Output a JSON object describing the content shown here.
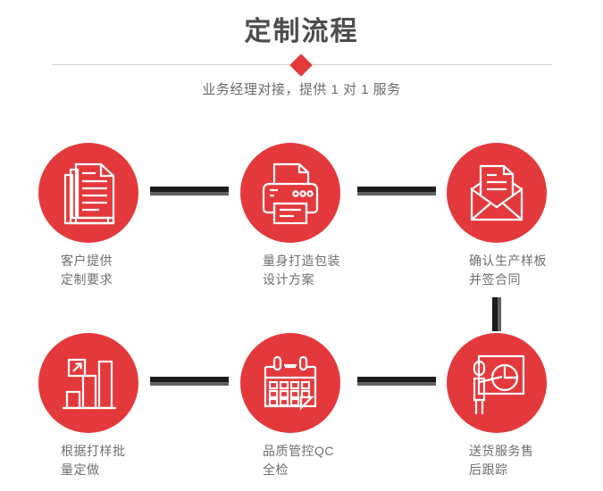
{
  "header": {
    "title": "定制流程",
    "subtitle": "业务经理对接，提供 1 对 1 服务",
    "diamond_icon": "diamond-marker",
    "divider_color": "#cfcfcf",
    "accent_color": "#e4393c",
    "title_color": "#4c4c4c",
    "subtitle_color": "#6a6a6a"
  },
  "flow": {
    "accent_color": "#e4393c",
    "connector_dark_color": "#1c1c1c",
    "connector_shadow_color": "#616161",
    "label_color": "#6e6e6e",
    "steps": [
      {
        "id": "step-1",
        "icon": "documents-stack-icon",
        "label": "客户提供\n定制要求"
      },
      {
        "id": "step-2",
        "icon": "printer-icon",
        "label": "量身打造包装\n设计方案"
      },
      {
        "id": "step-3",
        "icon": "envelope-letter-icon",
        "label": "确认生产样板\n并签合同"
      },
      {
        "id": "step-4",
        "icon": "bar-chart-growth-icon",
        "label": "根据打样批\n量定做"
      },
      {
        "id": "step-5",
        "icon": "calendar-icon",
        "label": "品质管控QC\n全检"
      },
      {
        "id": "step-6",
        "icon": "presentation-pie-chart-icon",
        "label": "送货服务售\n后跟踪"
      }
    ],
    "connectors": [
      {
        "id": "connector-1-2",
        "orientation": "horizontal"
      },
      {
        "id": "connector-2-3",
        "orientation": "horizontal"
      },
      {
        "id": "connector-3-6",
        "orientation": "vertical"
      },
      {
        "id": "connector-4-5",
        "orientation": "horizontal"
      },
      {
        "id": "connector-5-6",
        "orientation": "horizontal"
      }
    ]
  }
}
